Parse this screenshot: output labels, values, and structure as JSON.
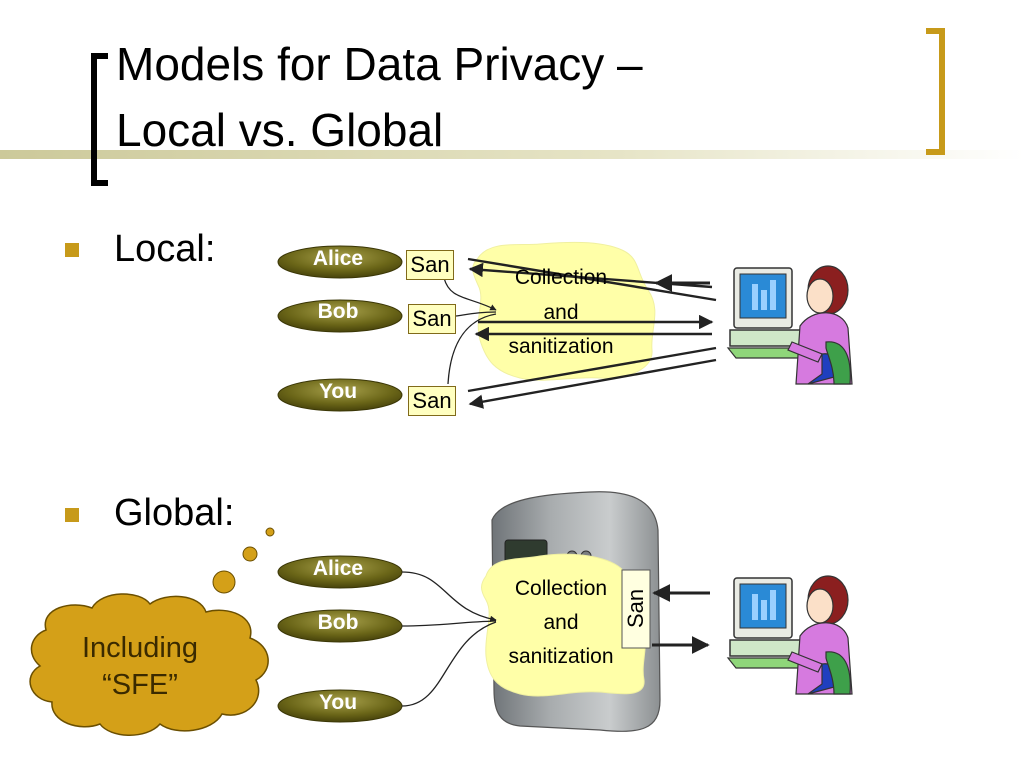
{
  "slide": {
    "title_line1": "Models for Data Privacy –",
    "title_line2": "Local vs. Global"
  },
  "local": {
    "label": "Local:",
    "people": [
      "Alice",
      "Bob",
      "You"
    ],
    "san_label": "San",
    "center": [
      "Collection",
      "and",
      "sanitization"
    ]
  },
  "global": {
    "label": "Global:",
    "people": [
      "Alice",
      "Bob",
      "You"
    ],
    "san_label": "San",
    "center": [
      "Collection",
      "and",
      "sanitization"
    ],
    "thought_cloud": [
      "Including",
      "“SFE”"
    ]
  },
  "colors": {
    "accent_gold": "#c79a1a",
    "title_rule": "#d4d2a0",
    "pill_olive": "#6b6618",
    "cloud_yellow": "#ffffa8",
    "thought_gold": "#d4a018"
  }
}
